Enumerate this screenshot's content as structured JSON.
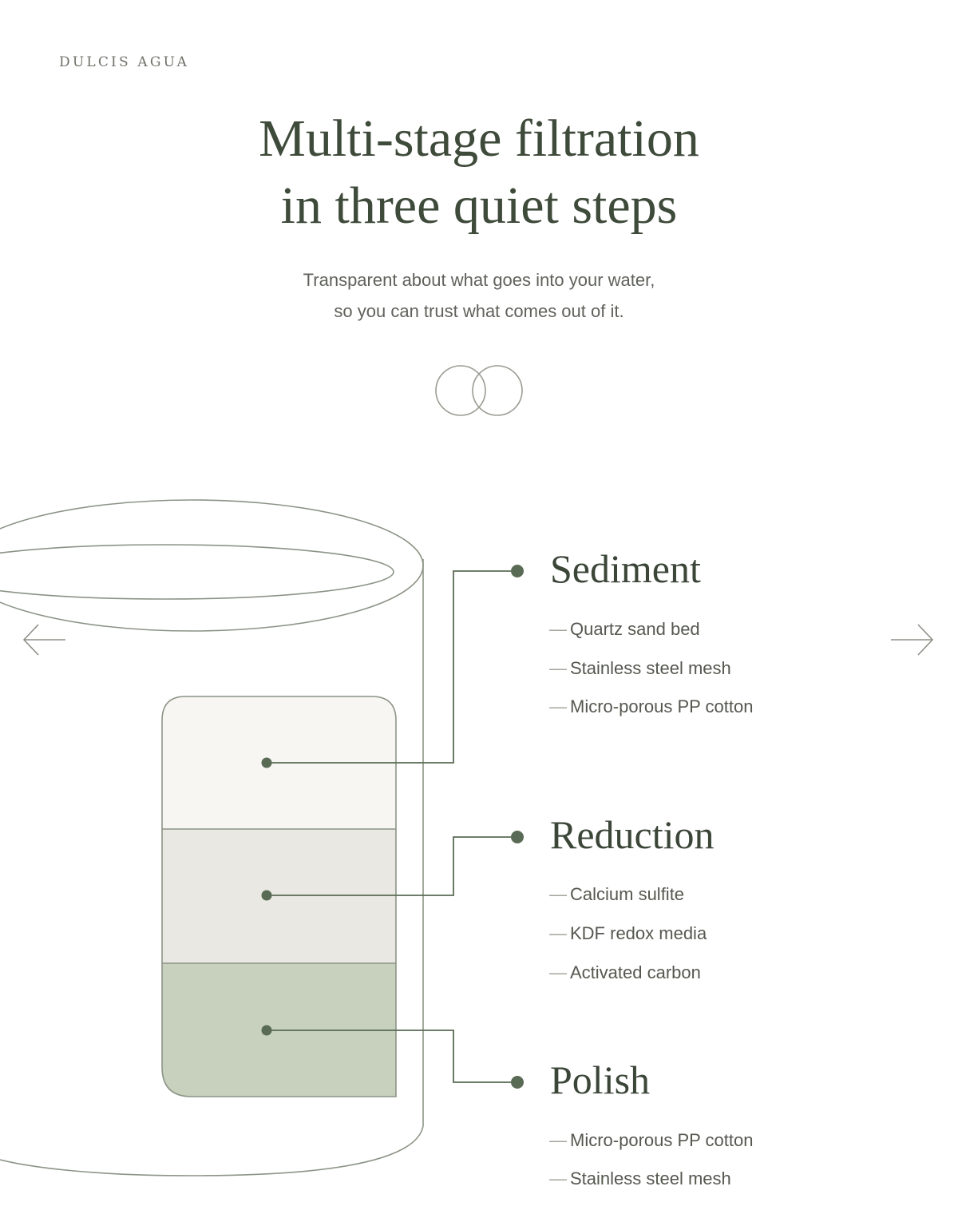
{
  "brand": "DULCIS AGUA",
  "hero": {
    "title_line1": "Multi-stage filtration",
    "title_line2": "in three quiet steps",
    "subtitle_line1": "Transparent about what goes into your water,",
    "subtitle_line2": "so you can trust what comes out of it."
  },
  "icons": {
    "emblem": "interlocking-rings-icon",
    "prev": "arrow-left-icon",
    "next": "arrow-right-icon",
    "dash": "—"
  },
  "colors": {
    "accent": "#5a6b55",
    "polish_layer": "#c7d1bd",
    "reduction_layer": "#e8e7e1",
    "sediment_layer": "#f7f6f3"
  },
  "stages": [
    {
      "title": "Sediment",
      "items": [
        "Quartz sand bed",
        "Stainless steel mesh",
        "Micro-porous PP cotton"
      ]
    },
    {
      "title": "Reduction",
      "items": [
        "Calcium sulfite",
        "KDF redox media",
        "Activated carbon"
      ]
    },
    {
      "title": "Polish",
      "items": [
        "Micro-porous PP cotton",
        "Stainless steel mesh"
      ]
    }
  ]
}
